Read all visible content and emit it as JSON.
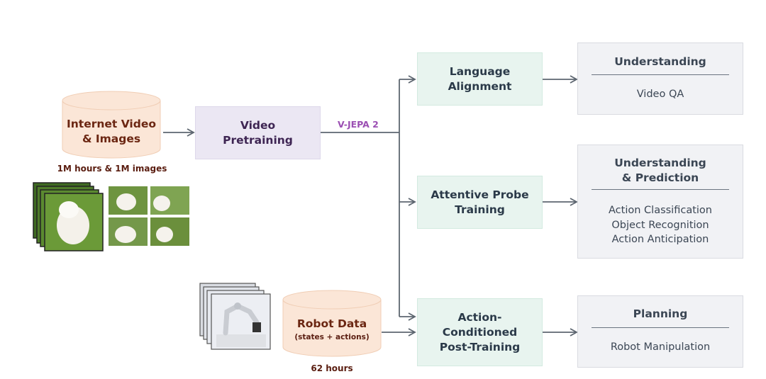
{
  "sources": {
    "internet": {
      "title_line1": "Internet Video",
      "title_line2": "& Images",
      "caption": "1M hours & 1M images"
    },
    "robot": {
      "title": "Robot Data",
      "subtitle": "(states + actions)",
      "caption": "62 hours"
    }
  },
  "pretraining": {
    "line1": "Video",
    "line2": "Pretraining"
  },
  "edge_label": "V-JEPA 2",
  "training": {
    "language": {
      "line1": "Language",
      "line2": "Alignment"
    },
    "probe": {
      "line1": "Attentive Probe",
      "line2": "Training"
    },
    "action": {
      "line1": "Action-",
      "line2": "Conditioned",
      "line3": "Post-Training"
    }
  },
  "outputs": {
    "understanding": {
      "title": "Understanding",
      "items": [
        "Video QA"
      ]
    },
    "prediction": {
      "title_line1": "Understanding",
      "title_line2": "& Prediction",
      "items": [
        "Action Classification",
        "Object Recognition",
        "Action Anticipation"
      ]
    },
    "planning": {
      "title": "Planning",
      "items": [
        "Robot Manipulation"
      ]
    }
  },
  "colors": {
    "cylinder_fill": "#fbe6d7",
    "process_fill": "#ebe7f3",
    "training_fill": "#e8f4ef",
    "output_fill": "#f1f2f5",
    "arrow": "#5d6670",
    "edge_label": "#9b4fb3"
  }
}
